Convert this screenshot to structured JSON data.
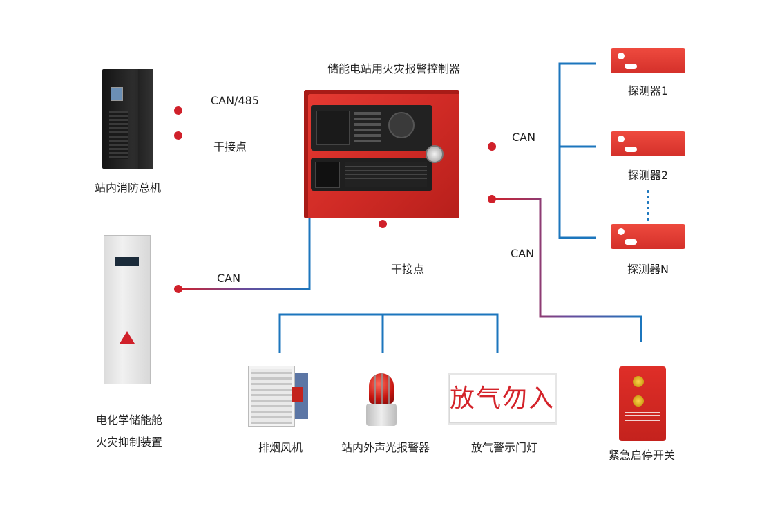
{
  "title": "储能电站用火灾报警控制器",
  "colors": {
    "line_blue": "#1c76bd",
    "line_red": "#d0202a",
    "device_red": "#d4302a"
  },
  "nodes": {
    "fire_host": {
      "label": "站内消防总机"
    },
    "suppression": {
      "label_line1": "电化学储能舱",
      "label_line2": "火灾抑制装置"
    },
    "detector_1": {
      "label": "探测器1"
    },
    "detector_2": {
      "label": "探测器2"
    },
    "detector_n": {
      "label": "探测器N"
    },
    "fan": {
      "label": "排烟风机"
    },
    "strobe": {
      "label": "站内外声光报警器"
    },
    "sign": {
      "label": "放气警示门灯",
      "sign_text": "放气勿入"
    },
    "estop": {
      "label": "紧急启停开关"
    }
  },
  "edges": {
    "can485": "CAN/485",
    "dry_contact_top": "干接点",
    "can_left": "CAN",
    "dry_contact_bottom": "干接点",
    "can_detectors": "CAN",
    "can_estop": "CAN"
  },
  "icons": [
    "cabinet-icon",
    "suppression-cabinet-icon",
    "controller-icon",
    "detector-icon",
    "fan-icon",
    "strobe-icon",
    "sign-icon",
    "switch-icon"
  ]
}
